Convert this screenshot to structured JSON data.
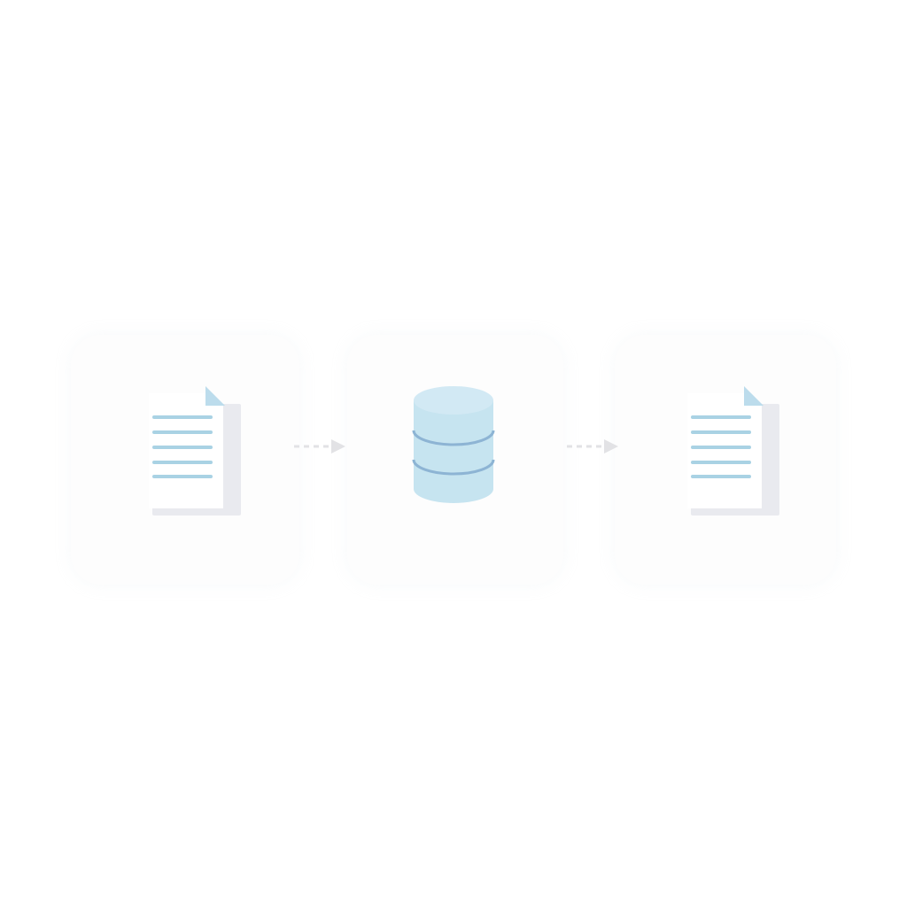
{
  "diagram": {
    "nodes": [
      {
        "id": "source",
        "icon": "document-icon"
      },
      {
        "id": "database",
        "icon": "database-icon"
      },
      {
        "id": "output",
        "icon": "document-icon"
      }
    ],
    "edges": [
      {
        "from": "source",
        "to": "database",
        "style": "dashed-arrow"
      },
      {
        "from": "database",
        "to": "output",
        "style": "dashed-arrow"
      }
    ]
  },
  "colors": {
    "background": "#ffffff",
    "card": "#fdfdfd",
    "document_page": "#ffffff",
    "document_back_sheet": "#e9eaef",
    "document_lines": "#a9d2e4",
    "document_fold": "#bcdcec",
    "database_fill": "#c6e4f0",
    "database_top": "#d2e9f4",
    "database_bands": "#8db4d4",
    "arrow": "#e2e2e5"
  }
}
